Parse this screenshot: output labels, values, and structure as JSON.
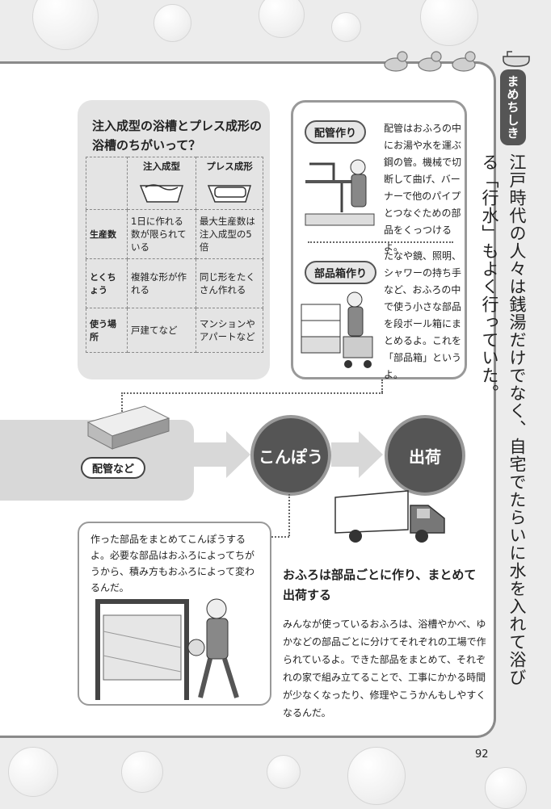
{
  "sidebar": {
    "label": "まめちしき",
    "text": "江戸時代の人々は銭湯だけでなく、自宅でたらいに水を入れて浴びる「行水」もよく行っていた。"
  },
  "compare": {
    "title": "注入成型の浴槽とプレス成形の浴槽のちがいって？",
    "col1": "注入成型",
    "col2": "プレス成形",
    "rows": [
      {
        "label": "生産数",
        "c1": "1日に作れる数が限られている",
        "c2": "最大生産数は注入成型の5倍"
      },
      {
        "label": "とくちょう",
        "c1": "複雑な形が作れる",
        "c2": "同じ形をたくさん作れる"
      },
      {
        "label": "使う場所",
        "c1": "戸建てなど",
        "c2": "マンションやアパートなど"
      }
    ]
  },
  "piping": {
    "label": "配管作り",
    "text": "配管はおふろの中にお湯や水を運ぶ鋼の管。機械で切断して曲げ、バーナーで他のパイプとつなぐための部品をくっつけるよ。"
  },
  "parts": {
    "label": "部品箱作り",
    "text": "たなや鏡、照明、シャワーの持ち手など、おふろの中で使う小さな部品を段ボール箱にまとめるよ。これを「部品箱」というよ。"
  },
  "flow": {
    "tag": "配管など",
    "step1": "こんぽう",
    "step2": "出荷"
  },
  "note": {
    "text": "作った部品をまとめてこんぽうするよ。必要な部品はおふろによってちがうから、積み方もおふろによって変わるんだ。"
  },
  "summary": {
    "title": "おふろは部品ごとに作り、まとめて出荷する",
    "body": "みんなが使っているおふろは、浴槽やかべ、ゆかなどの部品ごとに分けてそれぞれの工場で作られているよ。できた部品をまとめて、それぞれの家で組み立てることで、工事にかかる時間が少なくなったり、修理やこうかんもしやすくなるんだ。"
  },
  "page_number": "92"
}
